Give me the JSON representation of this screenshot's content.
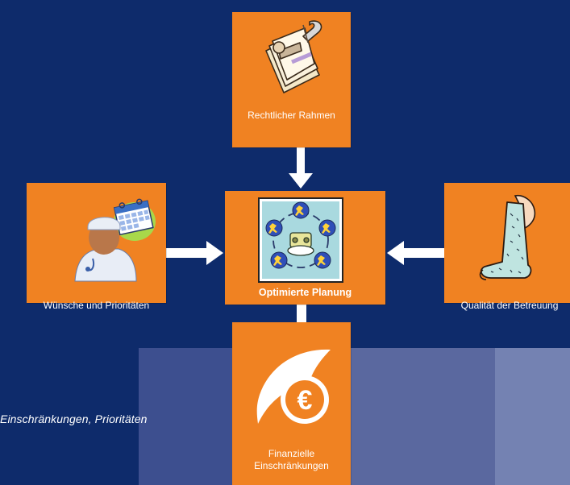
{
  "band_text": "Einschränkungen, Prioritäten",
  "colors": {
    "background": "#0e2b6b",
    "box": "#f08222",
    "band_1": "#3d4f8f",
    "band_2": "#5a689f",
    "band_3": "#7482b2",
    "arrow": "#ffffff"
  },
  "nodes": {
    "top": {
      "label": "Rechtlicher Rahmen",
      "icon": "legal-documents-icon"
    },
    "left": {
      "label": "Wünsche und Prioritäten",
      "icon": "doctor-calendar-icon"
    },
    "center": {
      "label": "Optimierte Planung",
      "icon": "optimization-cycle-icon"
    },
    "right": {
      "label": "Qualität der Betreuung",
      "icon": "leg-cast-icon"
    },
    "bottom": {
      "label_line1": "Finanzielle",
      "label_line2": "Einschränkungen",
      "icon": "euro-icon"
    }
  }
}
